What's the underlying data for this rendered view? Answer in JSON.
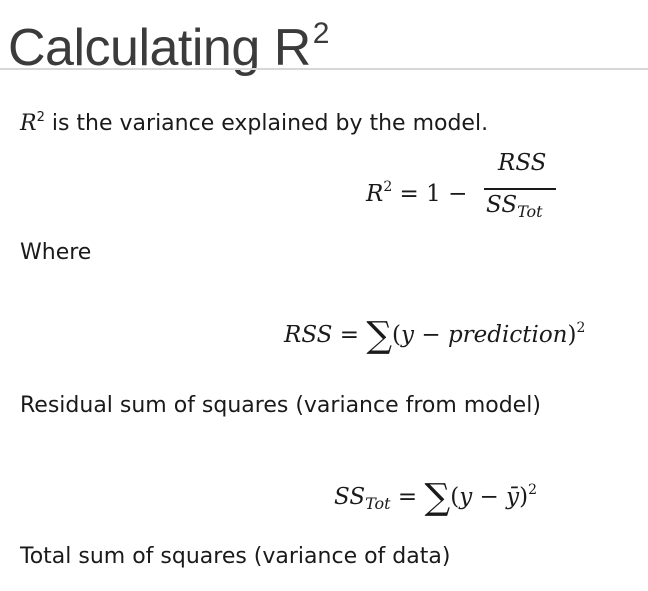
{
  "slide": {
    "title_text": "Calculating R",
    "title_sup": "2",
    "intro": {
      "lead": "R",
      "lead_sup": "2",
      "rest": " is the variance explained by the model."
    },
    "formula_r2": {
      "lhs": "R",
      "lhs_sup": "2",
      "eq": " = 1 − ",
      "numerator": "RSS",
      "denominator_base": "SS",
      "denominator_sub": "Tot"
    },
    "where_label": "Where",
    "formula_rss": {
      "lhs": "RSS",
      "eq": " = ",
      "sum": "∑",
      "body_open": "(",
      "body_var": "y",
      "body_minus": " − ",
      "body_term": "prediction",
      "body_close": ")",
      "sup": "2"
    },
    "rss_caption": "Residual sum of squares (variance from model)",
    "formula_sstot": {
      "lhs_base": "SS",
      "lhs_sub": "Tot",
      "eq": " = ",
      "sum": "∑",
      "body_open": "(",
      "body_var": "y",
      "body_minus": " − ",
      "body_mean": "ȳ",
      "body_close": ")",
      "sup": "2"
    },
    "sstot_caption": "Total sum of squares (variance of data)"
  }
}
